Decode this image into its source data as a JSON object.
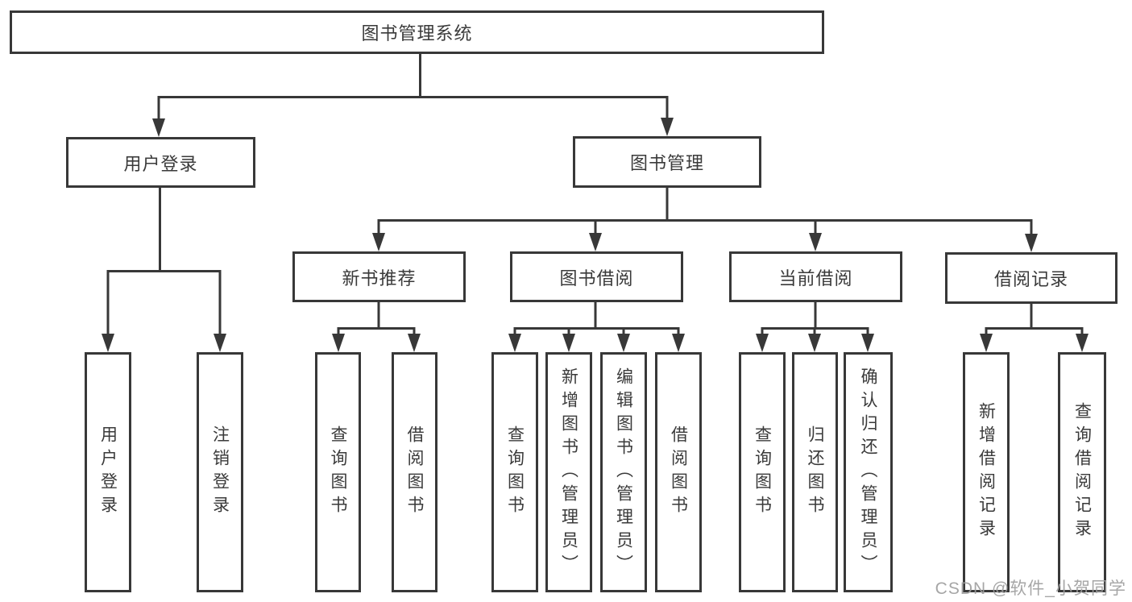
{
  "diagram_title": "图书管理系统",
  "tree": {
    "label": "图书管理系统",
    "children": [
      {
        "label": "用户登录",
        "children": [
          {
            "label": "用户登录"
          },
          {
            "label": "注销登录"
          }
        ]
      },
      {
        "label": "图书管理",
        "children": [
          {
            "label": "新书推荐",
            "children": [
              {
                "label": "查询图书"
              },
              {
                "label": "借阅图书"
              }
            ]
          },
          {
            "label": "图书借阅",
            "children": [
              {
                "label": "查询图书"
              },
              {
                "label": "新增图书（管理员）"
              },
              {
                "label": "编辑图书（管理员）"
              },
              {
                "label": "借阅图书"
              }
            ]
          },
          {
            "label": "当前借阅",
            "children": [
              {
                "label": "查询图书"
              },
              {
                "label": "归还图书"
              },
              {
                "label": "确认归还（管理员）"
              }
            ]
          },
          {
            "label": "借阅记录",
            "children": [
              {
                "label": "新增借阅记录"
              },
              {
                "label": "查询借阅记录"
              }
            ]
          }
        ]
      }
    ]
  },
  "watermark": {
    "text": "CSDN @软件_小贺同学"
  },
  "colors": {
    "line": "#383838",
    "text": "#3a3a3a",
    "watermark": "#9e9e9e",
    "background": "#ffffff"
  }
}
